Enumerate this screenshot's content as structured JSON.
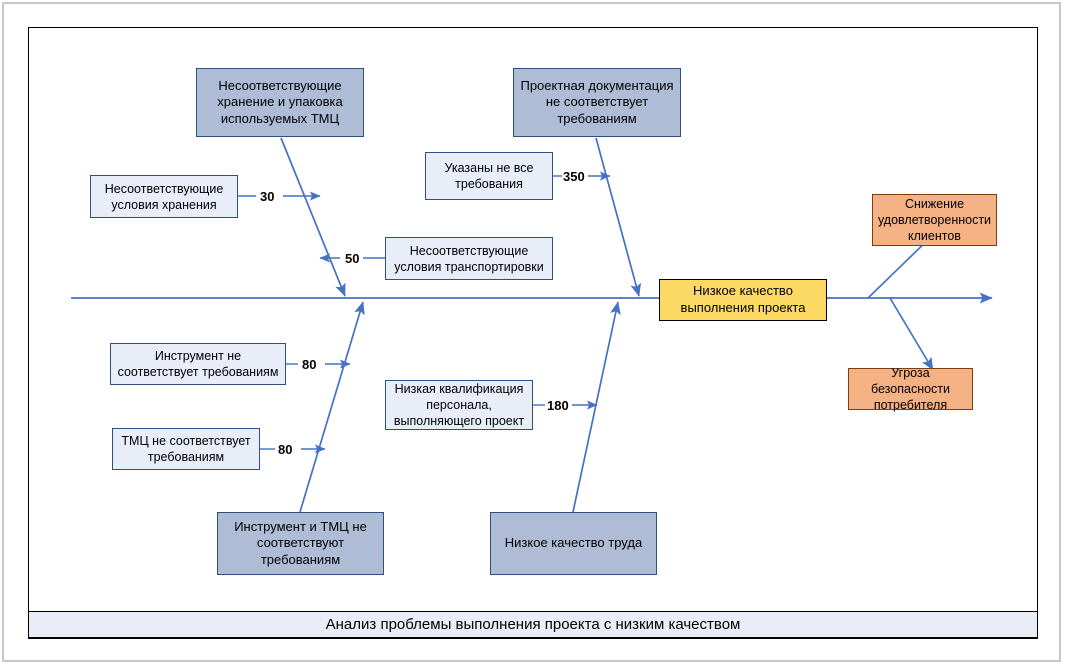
{
  "diagram": {
    "type": "fishbone-ishikawa",
    "caption": "Анализ проблемы выполнения проекта с низким качеством",
    "main_effect": "Низкое качество выполнения проекта",
    "colors": {
      "cause_primary": "#aebcd6",
      "cause_secondary": "#e8edf7",
      "main_effect": "#fcd965",
      "consequence": "#f4b183",
      "bone_line": "#4472c4",
      "frame": "#000000"
    },
    "causes_primary": [
      {
        "label": "Несоответствующие хранение и упаковка используемых ТМЦ"
      },
      {
        "label": "Проектная документация не соответствует требованиям"
      },
      {
        "label": "Инструмент и ТМЦ не соответствуют требованиям"
      },
      {
        "label": "Низкое качество труда"
      }
    ],
    "causes_secondary": [
      {
        "label": "Несоответствующие условия хранения",
        "quantity": "30"
      },
      {
        "label": "Несоответствующие условия транспортировки",
        "quantity": "50"
      },
      {
        "label": "Указаны не все требования",
        "quantity": "350"
      },
      {
        "label": "Инструмент не соответствует требованиям",
        "quantity": "80"
      },
      {
        "label": "ТМЦ не соответствует требованиям",
        "quantity": "80"
      },
      {
        "label": "Низкая квалификация персонала, выполняющего проект",
        "quantity": "180"
      }
    ],
    "consequences": [
      {
        "label": "Снижение удовлетворенности клиентов"
      },
      {
        "label": "Угроза безопасности потребителя"
      }
    ]
  }
}
